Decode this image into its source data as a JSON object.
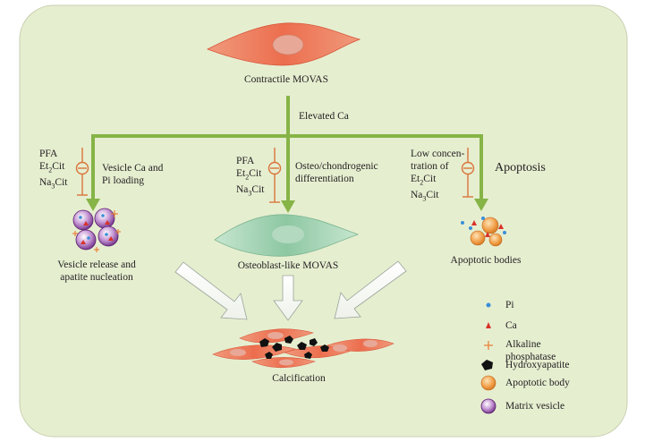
{
  "panel_bg": "#e6eed0",
  "arrow_color": "#86b447",
  "inhibitor_color": "#d9743a",
  "cell_color": "#ef7a58",
  "labels": {
    "contractile": "Contractile MOVAS",
    "elevated_ca": "Elevated Ca",
    "inhibitors_left": [
      "PFA",
      "Et2Cit",
      "Na3Cit"
    ],
    "inhibitors_mid": [
      "PFA",
      "Et2Cit",
      "Na3Cit"
    ],
    "inhibitors_right": [
      "Low concen-",
      "tration of",
      "Et2Cit",
      "Na3Cit"
    ],
    "vesicle_loading": [
      "Vesicle Ca and",
      "Pi loading"
    ],
    "osteo_diff": [
      "Osteo/chondrogenic",
      "differentiation"
    ],
    "apoptosis": "Apoptosis",
    "vesicle_release": [
      "Vesicle release and",
      "apatite nucleation"
    ],
    "osteoblast": "Osteoblast-like MOVAS",
    "apoptotic_bodies": "Apoptotic bodies",
    "calcification": "Calcification"
  },
  "legend": [
    {
      "icon": "pi-dot-icon",
      "label": "Pi"
    },
    {
      "icon": "ca-triangle-icon",
      "label": "Ca"
    },
    {
      "icon": "alkaline-phosphatase-star-icon",
      "label": "Alkaline phosphatase"
    },
    {
      "icon": "hydroxyapatite-icon",
      "label": "Hydroxyapatite"
    },
    {
      "icon": "apoptotic-body-icon",
      "label": "Apoptotic body"
    },
    {
      "icon": "matrix-vesicle-icon",
      "label": "Matrix vesicle"
    }
  ]
}
